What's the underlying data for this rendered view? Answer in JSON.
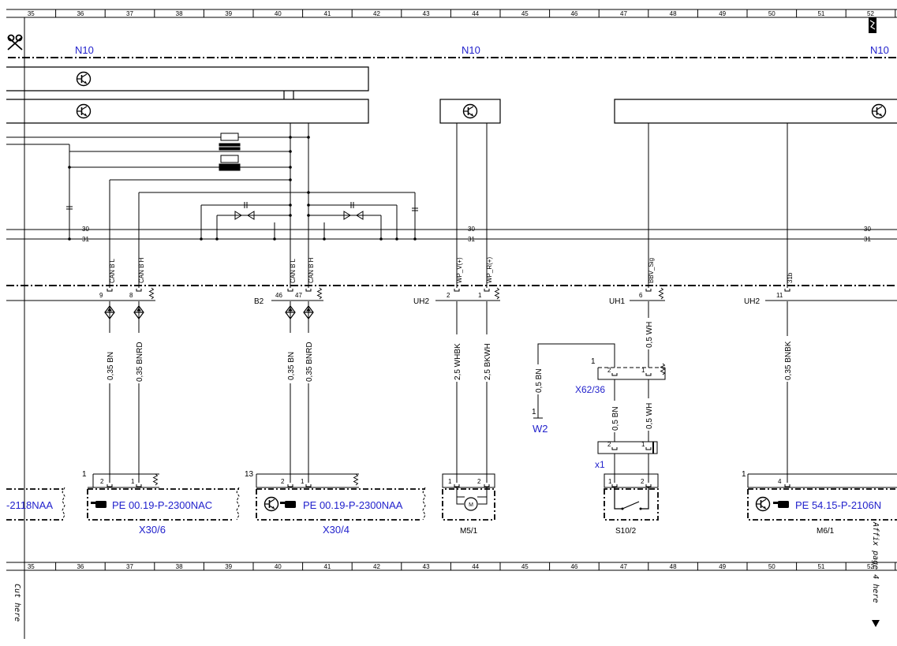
{
  "ruler": {
    "numbers": [
      "35",
      "36",
      "37",
      "38",
      "39",
      "40",
      "41",
      "42",
      "43",
      "44",
      "45",
      "46",
      "47",
      "48",
      "49",
      "50",
      "51",
      "52"
    ]
  },
  "n10_labels": [
    "N10",
    "N10",
    "N10"
  ],
  "bus_labels": {
    "b30": "30",
    "b31": "31"
  },
  "pin_tags": {
    "t1": "CAN B L",
    "t2": "CAN B H",
    "t3": "CAN B L",
    "t4": "CAN B H",
    "t5": "WP_V(+)",
    "t6": "WP_R(+)",
    "t7": "BBV_Sig",
    "t8": "31b"
  },
  "connector_pins": {
    "p9": "9",
    "p8": "8",
    "p46": "46",
    "p47": "47",
    "p2": "2",
    "p1": "1",
    "p6": "6",
    "p11": "11"
  },
  "connector_names": {
    "b2": "B2",
    "uh2a": "UH2",
    "uh1": "UH1",
    "uh2b": "UH2"
  },
  "wires": {
    "w1": "0,35 BN",
    "w2": "0,35 BNRD",
    "w3": "0,35 BN",
    "w4": "0,35 BNRD",
    "w5": "2,5 WHBK",
    "w6": "2,5 BKWH",
    "w7": "0,5 WH",
    "w8": "0,5 BN",
    "w9": "0,5 BN",
    "w10": "0,5 WH",
    "w11": "0,35 BNBK"
  },
  "x62": {
    "name": "X62/36",
    "pin_left": "2",
    "pin_right": "1",
    "corner": "1"
  },
  "w2": {
    "name": "W2",
    "pin": "1"
  },
  "x1": {
    "name": "x1",
    "pin_left": "2",
    "pin_right": "1"
  },
  "components": {
    "left_cut": {
      "ref": "-2118NAA"
    },
    "x30_6": {
      "name": "X30/6",
      "ref": "PE 00.19-P-2300NAC",
      "corner": "1",
      "pin_a": "2",
      "pin_b": "1"
    },
    "x30_4": {
      "name": "X30/4",
      "ref": "PE 00.19-P-2300NAA",
      "corner": "13",
      "pin_a": "2",
      "pin_b": "1"
    },
    "m5_1": {
      "name": "M5/1",
      "pin_a": "1",
      "pin_b": "2",
      "motor": "M"
    },
    "s10_2": {
      "name": "S10/2",
      "pin_a": "1",
      "pin_b": "2"
    },
    "m6_1": {
      "name": "M6/1",
      "ref": "PE 54.15-P-2106N",
      "corner": "1",
      "pin": "4"
    }
  },
  "side_text": {
    "cut": "Cut here",
    "affix": "Affix page 4 here"
  }
}
